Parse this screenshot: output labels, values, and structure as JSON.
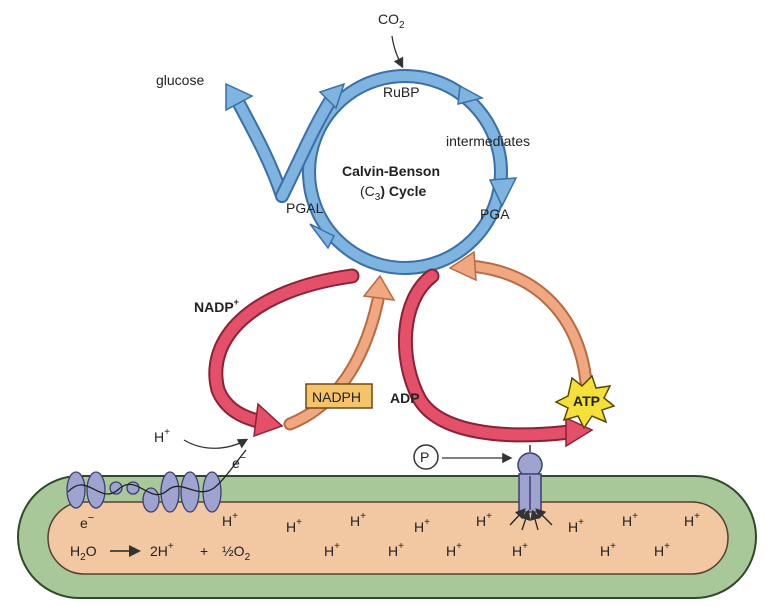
{
  "labels": {
    "co2": "CO",
    "co2_sub": "2",
    "rubp": "RuBP",
    "glucose": "glucose",
    "intermediates": "intermediates",
    "cycle_title": "Calvin-Benson",
    "cycle_c": "(C",
    "cycle_c_sub": "3",
    "cycle_c_rest": ")  Cycle",
    "pgal": "PGAL",
    "pga": "PGA",
    "nadp": "NADP",
    "nadp_sup": "+",
    "nadph": "NADPH",
    "adp": "ADP",
    "atp": "ATP",
    "h_plus_top": "H",
    "plus": "+",
    "electron": "e",
    "electron_sign": "−",
    "phosphate": "P",
    "water": "H",
    "water_sub": "2",
    "water_o": "O",
    "two_h": "2H",
    "plus_sign": "+",
    "half_o2": "½O",
    "half_o2_sub": "2",
    "h_ion": "H"
  },
  "colors": {
    "cycle_blue": "#7fb3e0",
    "cycle_outline": "#3a6fa8",
    "nadp_red": "#e4506a",
    "nadph_peach": "#f0a882",
    "membrane_green": "#a9c89a",
    "stroma_peach": "#f2c8a2",
    "protein_purple": "#9ea3cf",
    "atp_yellow": "#f5e03a",
    "nadph_box": "#f4c36a"
  }
}
